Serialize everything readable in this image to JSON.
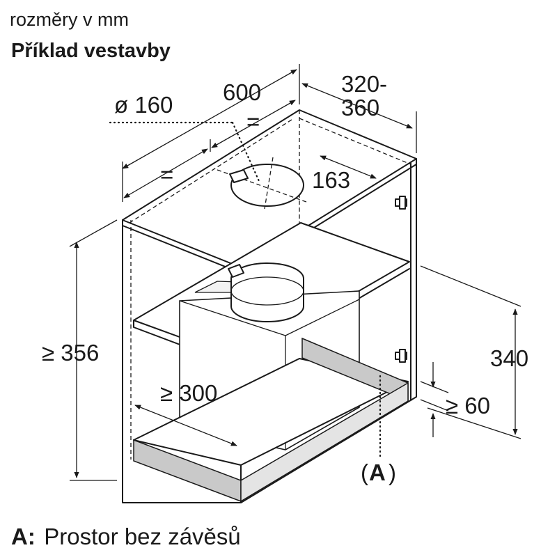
{
  "header": {
    "units": "rozměry v mm",
    "title": "Příklad vestavby"
  },
  "dimensions": {
    "diameter": "ø 160",
    "width": "600",
    "equal_top": "=",
    "equal_left": "=",
    "depth_top": "320-",
    "depth_bottom": "360",
    "offset": "163",
    "height_min": "≥ 356",
    "inner_width_min": "≥ 300",
    "hood_height": "340",
    "gap_min": "≥ 60"
  },
  "callout": {
    "open": "(",
    "letter": "A",
    "close": ")"
  },
  "legend": {
    "key": "A:",
    "text": "Prostor bez závěsů"
  }
}
